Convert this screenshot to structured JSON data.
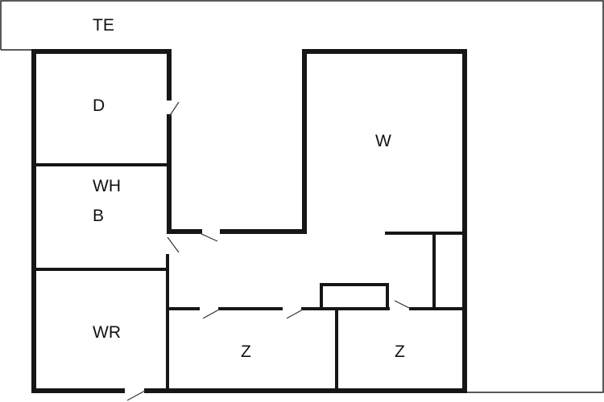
{
  "rooms": {
    "terrace": "TE",
    "d": "D",
    "whb_line1": "WH",
    "whb_line2": "B",
    "wr": "WR",
    "w": "W",
    "z1": "Z",
    "z2": "Z"
  }
}
